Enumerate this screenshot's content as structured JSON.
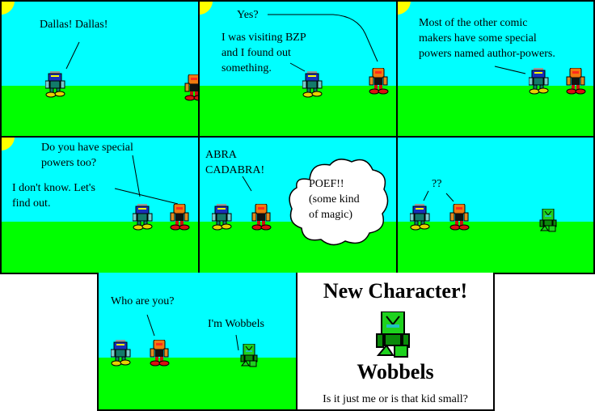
{
  "comic": {
    "colors": {
      "sky": "#00ffff",
      "grass": "#00ff00",
      "sun": "#ffff00",
      "border": "#000000",
      "card_background": "#ffffff"
    },
    "panels": [
      {
        "id": 1,
        "dialogue": [
          "Dallas! Dallas!"
        ]
      },
      {
        "id": 2,
        "dialogue": [
          "Yes?",
          "I was visiting BZP\nand I found out\nsomething."
        ]
      },
      {
        "id": 3,
        "dialogue": [
          "Most of the other comic\nmakers have some special\npowers named author-powers."
        ]
      },
      {
        "id": 4,
        "dialogue": [
          "Do you have special\npowers too?",
          "I don't know. Let's\nfind out."
        ]
      },
      {
        "id": 5,
        "dialogue": [
          "ABRA\nCADABRA!",
          "POEF!!\n(some kind\nof magic)"
        ]
      },
      {
        "id": 6,
        "dialogue": [
          "??"
        ]
      },
      {
        "id": 7,
        "dialogue": [
          "Who are you?",
          "I'm Wobbels"
        ]
      }
    ],
    "character_card": {
      "title": "New Character!",
      "name": "Wobbels",
      "caption": "Is it just me or is that kid small?"
    }
  }
}
